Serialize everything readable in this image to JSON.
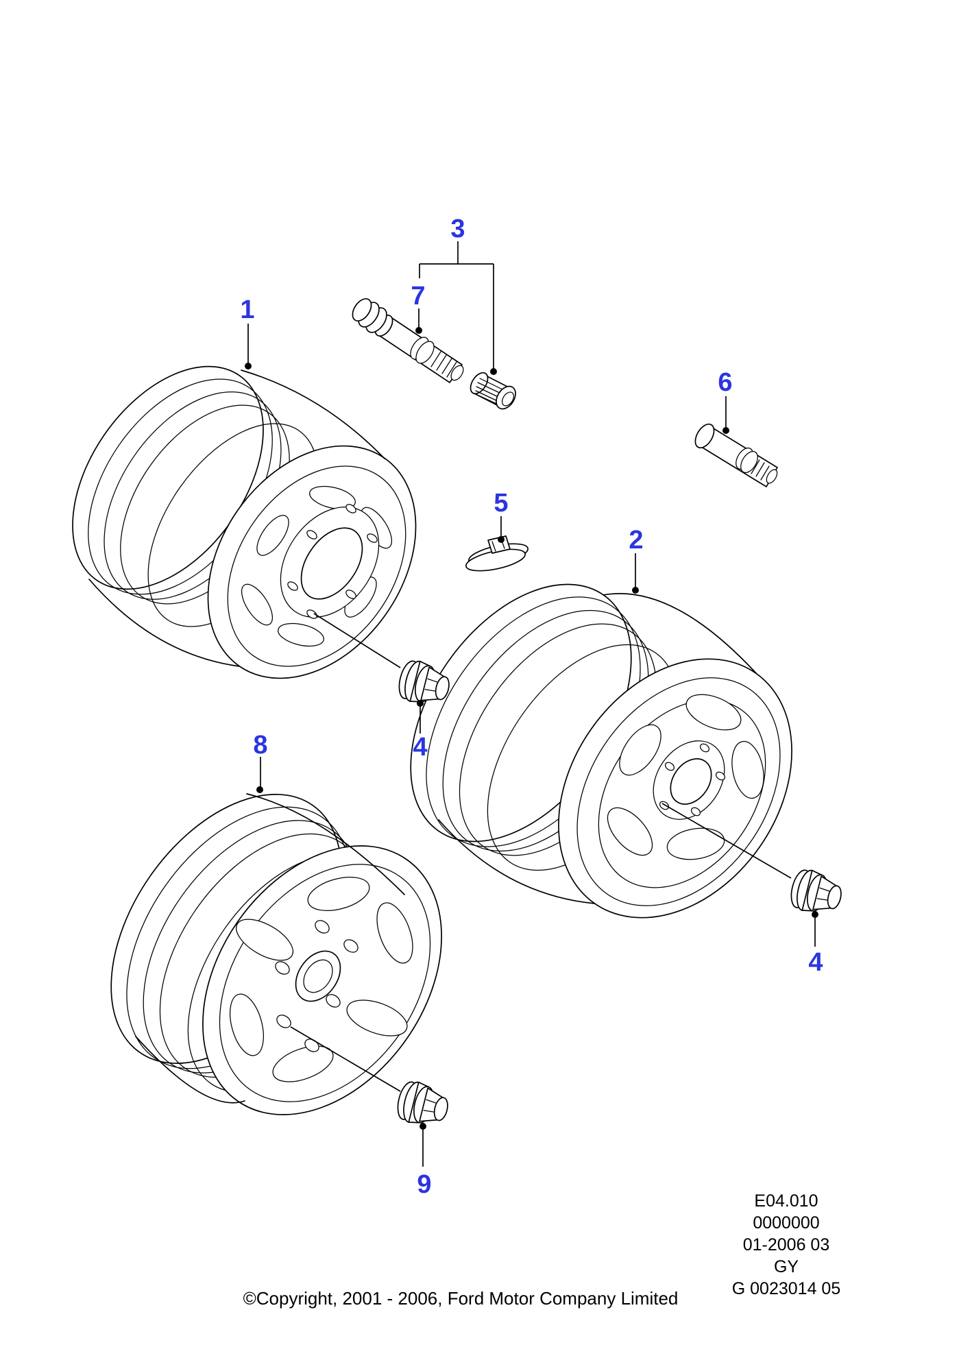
{
  "theme": {
    "callout_color": "#2b35e0",
    "line_color": "#000000",
    "background": "#ffffff"
  },
  "callouts": {
    "c1": "1",
    "c2": "2",
    "c3": "3",
    "c4a": "4",
    "c4b": "4",
    "c5": "5",
    "c6": "6",
    "c7": "7",
    "c8": "8",
    "c9": "9"
  },
  "footer": {
    "section_code": "E04.010",
    "part_ref": "0000000",
    "date_code": "01-2006 03",
    "market_code": "GY",
    "drawing_code": "G 0023014 05",
    "copyright": "©Copyright, 2001 - 2006, Ford Motor Company Limited"
  }
}
